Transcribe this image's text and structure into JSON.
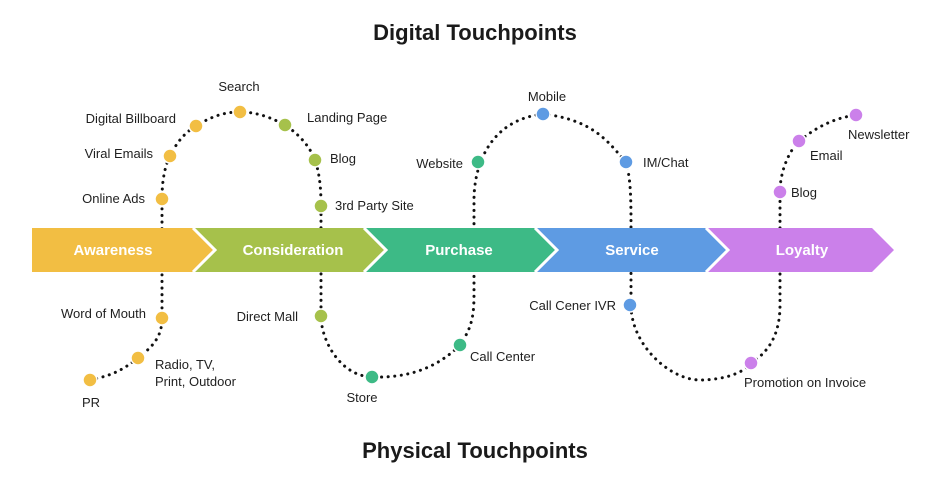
{
  "titles": {
    "digital": "Digital Touchpoints",
    "physical": "Physical Touchpoints"
  },
  "stages": [
    {
      "label": "Awareness",
      "color": "#F2BE43"
    },
    {
      "label": "Consideration",
      "color": "#A6C14B"
    },
    {
      "label": "Purchase",
      "color": "#3DBA86"
    },
    {
      "label": "Service",
      "color": "#5E9BE3"
    },
    {
      "label": "Loyalty",
      "color": "#CB80EA"
    }
  ],
  "touchpoints": {
    "pr": "PR",
    "radio_l1": "Radio, TV,",
    "radio_l2": "Print, Outdoor",
    "word_of_mouth": "Word of Mouth",
    "online_ads": "Online Ads",
    "viral_emails": "Viral Emails",
    "digital_billboard": "Digital Billboard",
    "search": "Search",
    "landing_page": "Landing Page",
    "blog_consideration": "Blog",
    "third_party_site": "3rd Party Site",
    "direct_mall": "Direct Mall",
    "store": "Store",
    "call_center": "Call Center",
    "website": "Website",
    "mobile": "Mobile",
    "im_chat": "IM/Chat",
    "call_center_ivr": "Call Cener IVR",
    "promotion_on_invoice": "Promotion on Invoice",
    "blog_loyalty": "Blog",
    "email": "Email",
    "newsletter": "Newsletter"
  }
}
